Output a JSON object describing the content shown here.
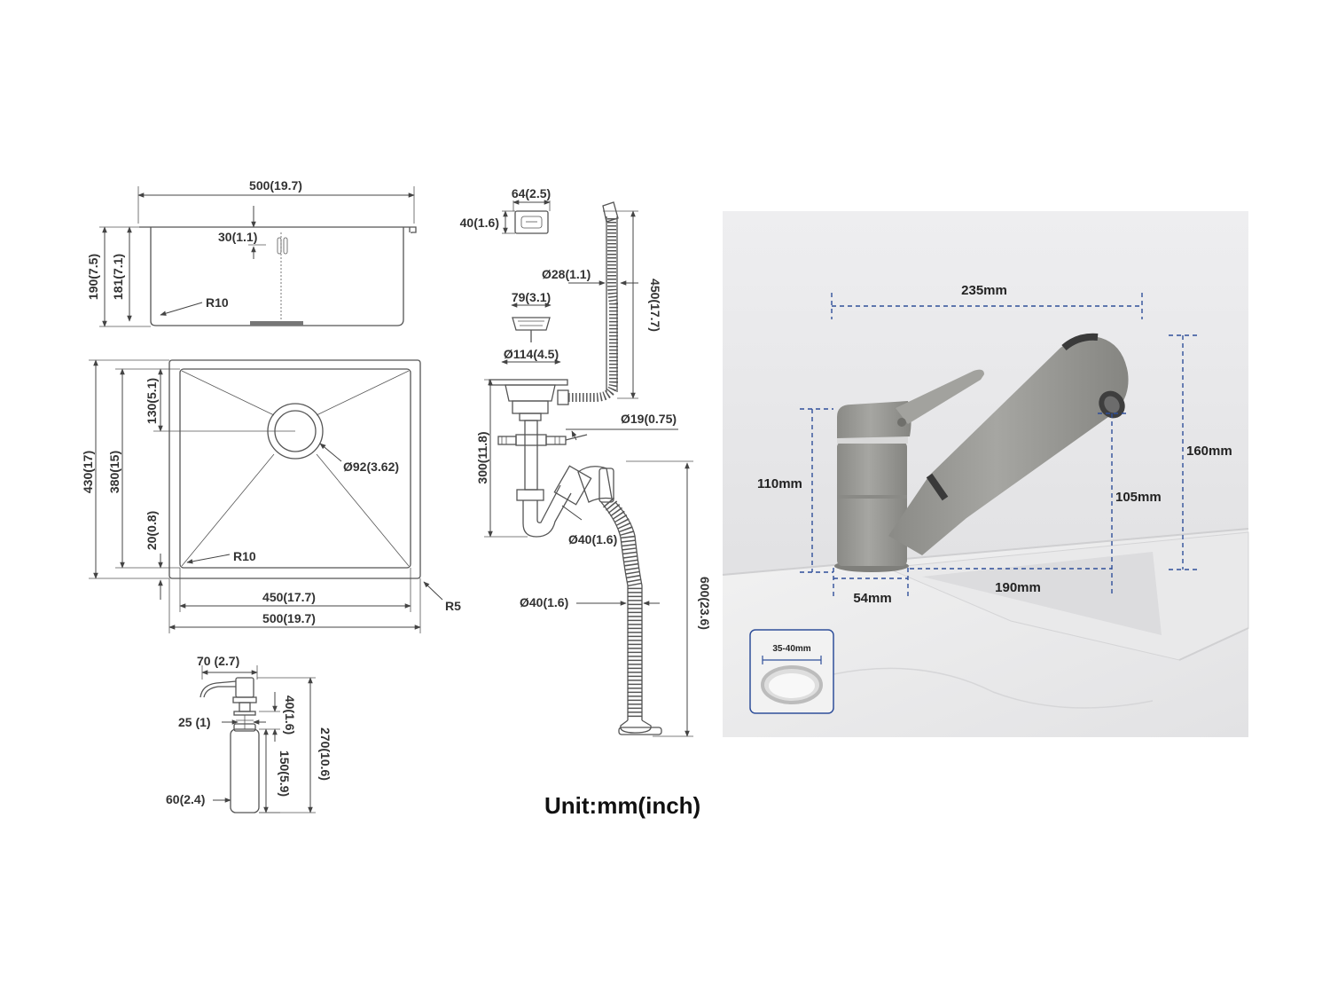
{
  "unit_label": "Unit:mm(inch)",
  "sink_side_view": {
    "width": "500(19.7)",
    "height_outer": "190(7.5)",
    "height_inner": "181(7.1)",
    "wall_gap": "30(1.1)",
    "corner_radius": "R10"
  },
  "sink_top_view": {
    "depth_outer": "430(17)",
    "depth_inner": "380(15)",
    "drain_offset": "130(5.1)",
    "bottom_offset": "20(0.8)",
    "drain_diameter": "Ø92(3.62)",
    "inner_radius": "R10",
    "inner_width": "450(17.7)",
    "outer_width": "500(19.7)",
    "outer_radius": "R5"
  },
  "overflow": {
    "width": "64(2.5)",
    "height": "40(1.6)"
  },
  "strainer": {
    "cap_diameter": "79(3.1)",
    "flange_diameter": "Ø114(4.5)"
  },
  "drain_kit": {
    "overflow_hose_diameter": "Ø28(1.1)",
    "overflow_hose_length": "450(17.7)",
    "inlet_diameter": "Ø19(0.75)",
    "trap_height": "300(11.8)",
    "trap_diameter": "Ø40(1.6)",
    "waste_hose_diameter": "Ø40(1.6)",
    "waste_hose_length": "600(23.6)"
  },
  "soap_dispenser": {
    "spout_length": "70 (2.7)",
    "neck_diameter": "25 (1)",
    "neck_height": "40(1.6)",
    "bottle_height": "150(5.9)",
    "total_height": "270(10.6)",
    "bottle_diameter": "60(2.4)"
  },
  "faucet_photo": {
    "reach": "235mm",
    "body_height": "110mm",
    "total_height": "160mm",
    "spout_height": "105mm",
    "base_diameter": "54mm",
    "spout_distance": "190mm",
    "hole_size": "35-40mm",
    "colors": {
      "faucet": "#9a9a96",
      "wall": "#e6e6e8",
      "dim_line": "#2f4f9a"
    }
  }
}
